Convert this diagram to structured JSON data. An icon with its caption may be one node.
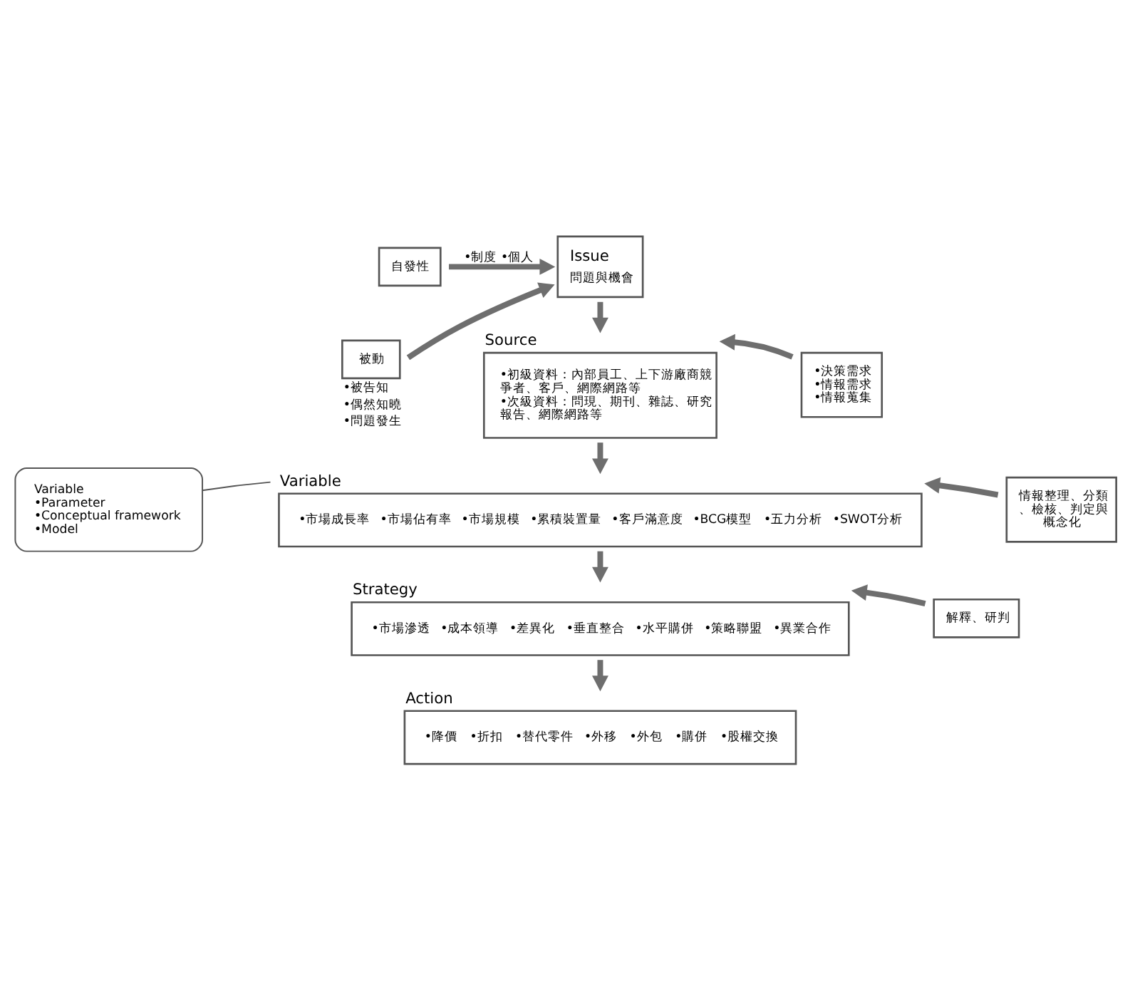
{
  "diagram": {
    "nodes": [
      {
        "text": [
          "自發性"
        ]
      },
      {
        "text": [
          "被動"
        ],
        "beside": [
          "•被告知",
          "•偶然知曉",
          "•問題發生"
        ]
      },
      {
        "text": [
          "Issue",
          "問題與機會"
        ]
      },
      {
        "text": [
          "Source",
          "•初級資料：內部員工、上下游廠商競爭者、客戶、網際網路等",
          "•次級資料：問現、期刊、雜誌、研究報告、網際網路等"
        ]
      },
      {
        "text": [
          "Variable",
          "•市場成長率",
          "•市場佔有率",
          "•市場規模",
          "•累積裝置量",
          "•客戶滿意度",
          "•BCG模型",
          "•五力分析",
          "•SWOT分析"
        ]
      },
      {
        "text": [
          "Strategy",
          "•市場滲透",
          "•成本領導",
          "•差異化",
          "•垂直整合",
          "•水平購併",
          "•策略聯盟",
          "•異業合作"
        ]
      },
      {
        "text": [
          "Action",
          "•降價",
          "•折扣",
          "•替代零件",
          "•外移",
          "•外包",
          "•購併",
          "•股權交換"
        ]
      },
      {
        "text": [
          "•決策需求",
          "•情報需求",
          "•情報蒐集"
        ]
      },
      {
        "text": [
          "情報整理、分類、檢核、判定與概念化"
        ]
      },
      {
        "text": [
          "解釋、研判"
        ]
      },
      {
        "text": [
          "Variable",
          "•Parameter",
          "•Conceptual framework",
          "•Model"
        ]
      }
    ],
    "edges": [
      {
        "from": 0,
        "to": 2,
        "arrow": "to",
        "label": "•制度 •個人"
      },
      {
        "from": 1,
        "to": 2,
        "arrow": "to"
      },
      {
        "from": 2,
        "to": 3,
        "arrow": "to"
      },
      {
        "from": 3,
        "to": 4,
        "arrow": "to"
      },
      {
        "from": 4,
        "to": 5,
        "arrow": "to"
      },
      {
        "from": 5,
        "to": 6,
        "arrow": "to"
      },
      {
        "from": 7,
        "to": 3,
        "arrow": "to"
      },
      {
        "from": 8,
        "to": 4,
        "arrow": "to"
      },
      {
        "from": 9,
        "to": 5,
        "arrow": "to"
      },
      {
        "from": 10,
        "to": 4,
        "arrow": "none",
        "color": "#555555"
      }
    ]
  }
}
